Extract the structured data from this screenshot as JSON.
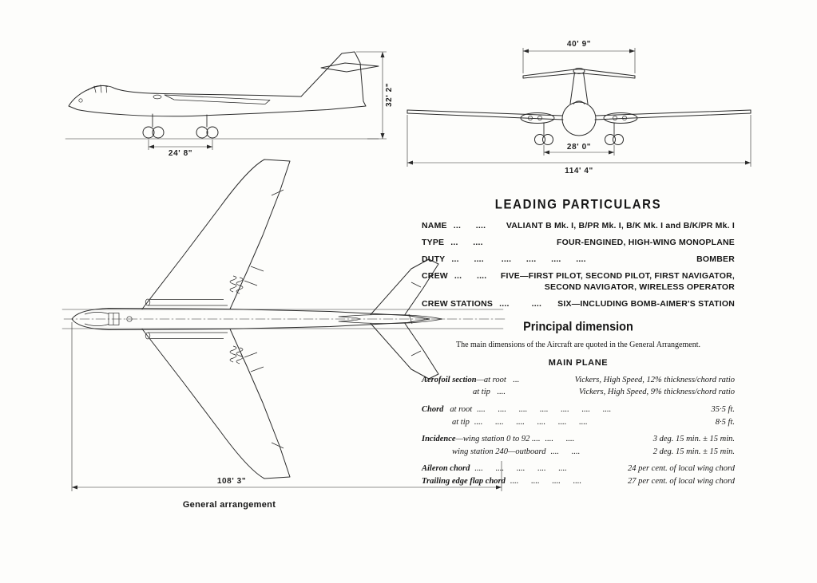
{
  "page": {
    "caption": "General arrangement"
  },
  "drawings": {
    "side_view": {
      "height_label": "32' 2\"",
      "wheelbase_label": "24' 8\""
    },
    "front_view": {
      "tailplane_span_label": "40' 9\"",
      "track_label": "28' 0\"",
      "span_label": "114' 4\""
    },
    "plan_view": {
      "length_label": "108' 3\""
    }
  },
  "leading_particulars": {
    "title": "LEADING PARTICULARS",
    "rows": [
      {
        "label": "NAME",
        "leader": "...      ....",
        "value": "VALIANT B Mk. I, B/PR Mk. I, B/K Mk. I and B/K/PR Mk. I"
      },
      {
        "label": "TYPE",
        "leader": "...      ....",
        "value": "FOUR-ENGINED, HIGH-WING MONOPLANE"
      },
      {
        "label": "DUTY",
        "leader": "...      ....       ....      ....      ....      ....",
        "value": "BOMBER"
      },
      {
        "label": "CREW",
        "leader": "...      ....",
        "value": "FIVE—FIRST PILOT, SECOND PILOT, FIRST NAVIGATOR, SECOND NAVIGATOR, WIRELESS OPERATOR"
      },
      {
        "label": "CREW STATIONS",
        "leader": "....         ....",
        "value": "SIX—INCLUDING BOMB-AIMER'S STATION"
      }
    ]
  },
  "principal_dimension": {
    "title": "Principal dimension",
    "note": "The main dimensions of the Aircraft are quoted in the General Arrangement.",
    "section": "MAIN PLANE",
    "rows": [
      {
        "term": "Aerofoil section",
        "rest": "—at root",
        "leader": " ...",
        "value": "Vickers, High Speed, 12% thickness/chord ratio"
      },
      {
        "term": "",
        "rest": "at tip",
        "leader": " ....",
        "value": "Vickers, High Speed, 9% thickness/chord ratio"
      },
      {
        "term": "Chord",
        "rest": "   at root",
        "leader": "....      ....      ....      ....      ....      ....      ....",
        "value": "35·5 ft."
      },
      {
        "term": "",
        "rest": "at tip",
        "leader": "....      ....      ....      ....      ....      ....",
        "value": "8·5 ft."
      },
      {
        "term": "Incidence",
        "rest": "—wing station 0 to 92 ....",
        "leader": "....      ....",
        "value": "3 deg. 15 min. ± 15 min."
      },
      {
        "term": "",
        "rest": "wing station 240—outboard",
        "leader": "....      ....",
        "value": "2 deg. 15 min. ± 15 min."
      },
      {
        "term": "Aileron chord",
        "rest": "",
        "leader": "....      ....      ....      ....      ....",
        "value": "24 per cent. of local wing chord"
      },
      {
        "term": "Trailing edge flap chord",
        "rest": "",
        "leader": "....      ....      ....      ....",
        "value": "27 per cent. of local wing chord"
      }
    ]
  }
}
